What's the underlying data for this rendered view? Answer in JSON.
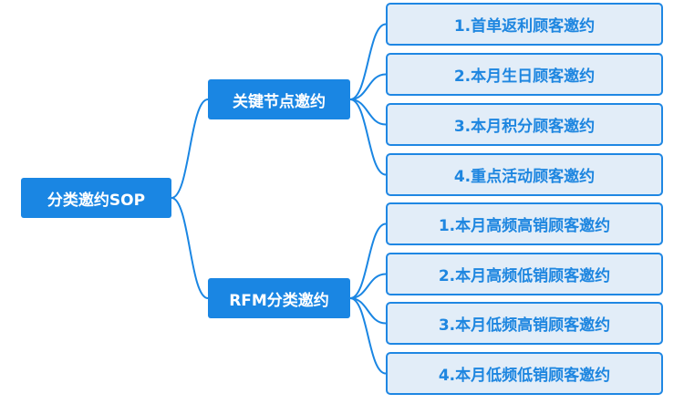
{
  "diagram": {
    "root": {
      "label": "分类邀约SOP"
    },
    "branches": [
      {
        "label": "关键节点邀约",
        "children": [
          "1.首单返利顾客邀约",
          "2.本月生日顾客邀约",
          "3.本月积分顾客邀约",
          "4.重点活动顾客邀约"
        ]
      },
      {
        "label": "RFM分类邀约",
        "children": [
          "1.本月高频高销顾客邀约",
          "2.本月高频低销顾客邀约",
          "3.本月低频高销顾客邀约",
          "4.本月低频低销顾客邀约"
        ]
      }
    ],
    "colors": {
      "primary": "#1a86e3",
      "leaf_fill": "#e2edf8",
      "leaf_border": "#1f87e3",
      "leaf_text": "#1e86e0",
      "connector": "#1a86e3"
    }
  }
}
